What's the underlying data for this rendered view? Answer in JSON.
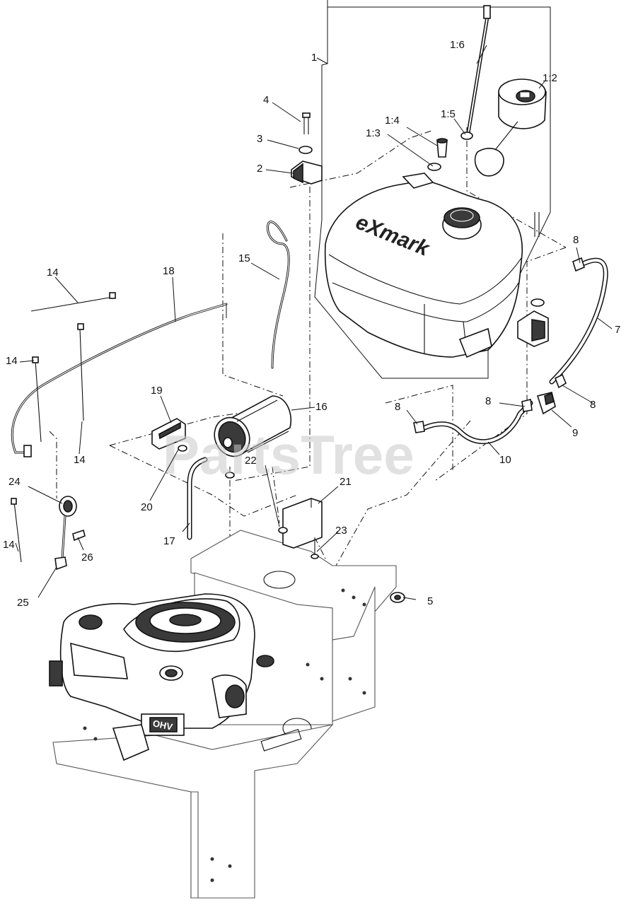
{
  "watermark": "PartsTree",
  "brand_text": "eXmark",
  "engine_badge": "OHV",
  "callouts": {
    "c1": "1",
    "c1_2": "1:2",
    "c1_3": "1:3",
    "c1_4": "1:4",
    "c1_5": "1:5",
    "c1_6": "1:6",
    "c2": "2",
    "c3": "3",
    "c4": "4",
    "c5": "5",
    "c7": "7",
    "c8a": "8",
    "c8b": "8",
    "c8c": "8",
    "c8d": "8",
    "c9": "9",
    "c10": "10",
    "c14a": "14",
    "c14b": "14",
    "c14c": "14",
    "c14d": "14",
    "c15": "15",
    "c16": "16",
    "c17": "17",
    "c18": "18",
    "c19": "19",
    "c20": "20",
    "c21": "21",
    "c22": "22",
    "c23": "23",
    "c24": "24",
    "c25": "25",
    "c26": "26"
  }
}
